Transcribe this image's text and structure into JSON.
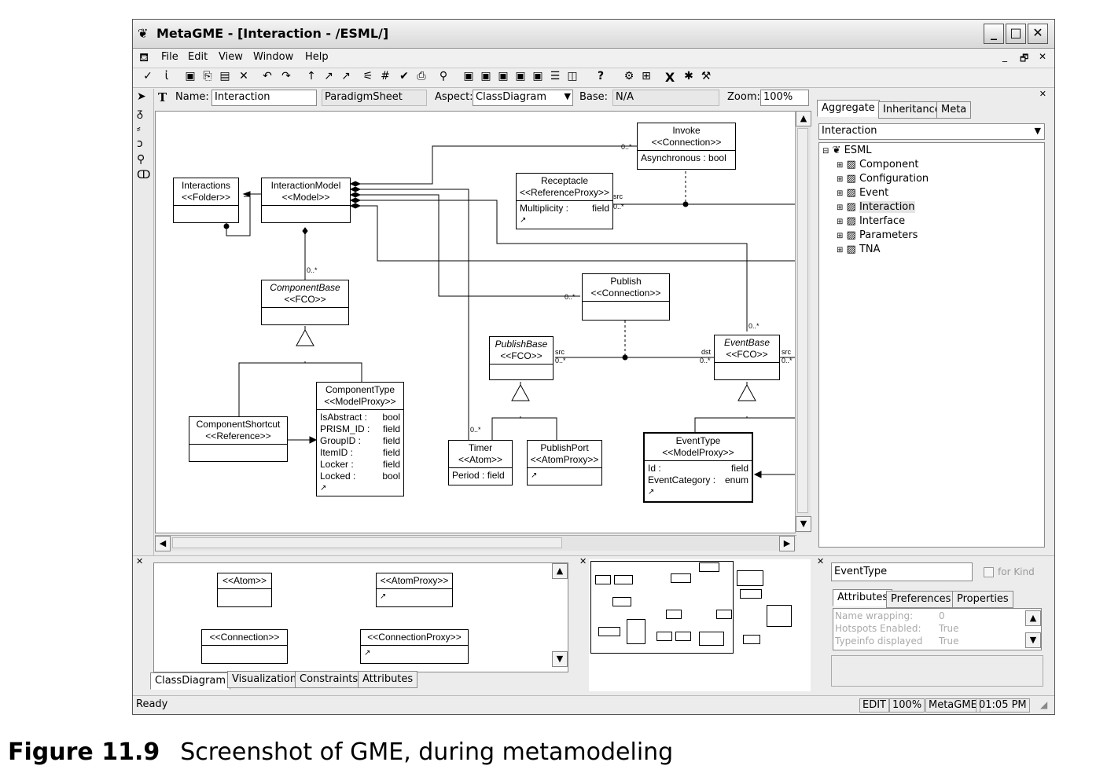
{
  "window": {
    "title": "MetaGME - [Interaction - /ESML/]",
    "menu": [
      "File",
      "Edit",
      "View",
      "Window",
      "Help"
    ]
  },
  "namebar": {
    "name_label": "Name:",
    "name_value": "Interaction",
    "kind_value": "ParadigmSheet",
    "aspect_label": "Aspect:",
    "aspect_value": "ClassDiagram",
    "base_label": "Base:",
    "base_value": "N/A",
    "zoom_label": "Zoom:",
    "zoom_value": "100%"
  },
  "diagram": {
    "interactions": {
      "name": "Interactions",
      "stereo": "<<Folder>>"
    },
    "interaction_model": {
      "name": "InteractionModel",
      "stereo": "<<Model>>"
    },
    "invoke": {
      "name": "Invoke",
      "stereo": "<<Connection>>",
      "attr": "Asynchronous : bool"
    },
    "receptacle": {
      "name": "Receptacle",
      "stereo": "<<ReferenceProxy>>",
      "attr_name": "Multiplicity :",
      "attr_type": "field"
    },
    "component_base": {
      "name": "ComponentBase",
      "stereo": "<<FCO>>"
    },
    "publish": {
      "name": "Publish",
      "stereo": "<<Connection>>"
    },
    "publish_base": {
      "name": "PublishBase",
      "stereo": "<<FCO>>"
    },
    "event_base": {
      "name": "EventBase",
      "stereo": "<<FCO>>"
    },
    "component_type": {
      "name": "ComponentType",
      "stereo": "<<ModelProxy>>",
      "attrs": [
        {
          "n": "IsAbstract :",
          "t": "bool"
        },
        {
          "n": "PRISM_ID :",
          "t": "field"
        },
        {
          "n": "GroupID :",
          "t": "field"
        },
        {
          "n": "ItemID :",
          "t": "field"
        },
        {
          "n": "Locker :",
          "t": "field"
        },
        {
          "n": "Locked :",
          "t": "bool"
        }
      ]
    },
    "component_shortcut": {
      "name": "ComponentShortcut",
      "stereo": "<<Reference>>"
    },
    "timer": {
      "name": "Timer",
      "stereo": "<<Atom>>",
      "attr": "Period : field"
    },
    "publish_port": {
      "name": "PublishPort",
      "stereo": "<<AtomProxy>>"
    },
    "event_type": {
      "name": "EventType",
      "stereo": "<<ModelProxy>>",
      "attrs": [
        {
          "n": "Id :",
          "t": "field"
        },
        {
          "n": "EventCategory :",
          "t": "enum"
        }
      ]
    },
    "labels": {
      "m0": "0..*",
      "src": "src",
      "dst": "dst"
    }
  },
  "right_panel": {
    "tabs": [
      "Aggregate",
      "Inheritance",
      "Meta"
    ],
    "selector": "Interaction",
    "tree_root": "ESML",
    "tree_items": [
      "Component",
      "Configuration",
      "Event",
      "Interaction",
      "Interface",
      "Parameters",
      "TNA"
    ]
  },
  "part_browser": {
    "items": [
      "<<Atom>>",
      "<<AtomProxy>>",
      "<<Connection>>",
      "<<ConnectionProxy>>"
    ],
    "tabs": [
      "ClassDiagram",
      "Visualization",
      "Constraints",
      "Attributes"
    ]
  },
  "object_inspector": {
    "object_name": "EventType",
    "for_kind": "for Kind",
    "tabs": [
      "Attributes",
      "Preferences",
      "Properties"
    ],
    "rows": [
      {
        "k": "Name wrapping:",
        "v": "0"
      },
      {
        "k": "Hotspots Enabled:",
        "v": "True"
      },
      {
        "k": "Typeinfo displayed",
        "v": "True"
      }
    ]
  },
  "status": {
    "text": "Ready",
    "cells": [
      "EDIT",
      "100%",
      "MetaGME",
      "01:05 PM"
    ]
  },
  "caption": {
    "figure": "Figure 11.9",
    "text": "Screenshot of GME, during metamodeling"
  }
}
